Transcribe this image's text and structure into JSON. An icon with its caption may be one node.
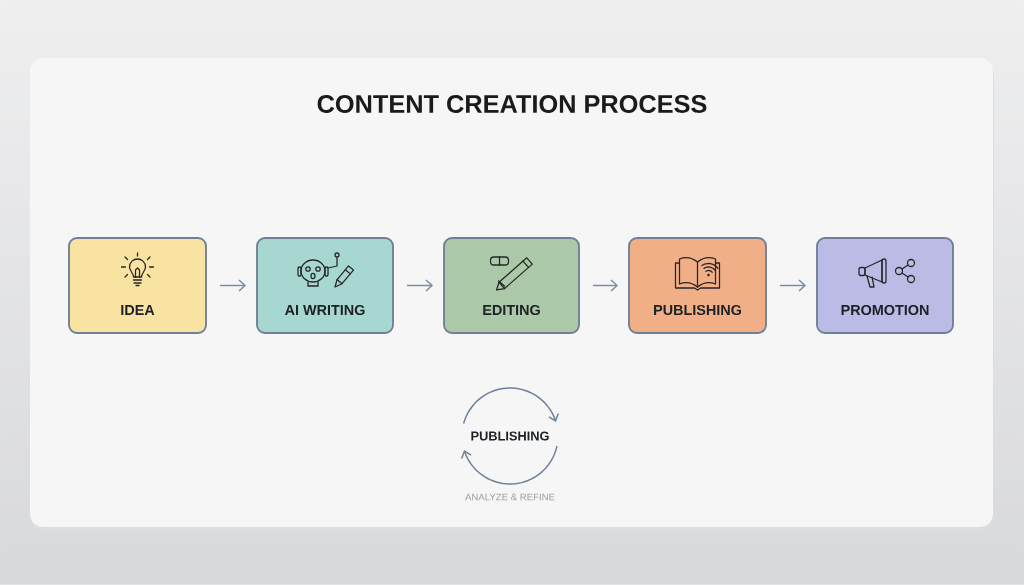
{
  "diagram": {
    "title": "CONTENT CREATION PROCESS",
    "nodes": [
      {
        "text": [
          "IDEA"
        ]
      },
      {
        "text": [
          "AI WRITING"
        ]
      },
      {
        "text": [
          "EDITING"
        ]
      },
      {
        "text": [
          "PUBLISHING"
        ]
      },
      {
        "text": [
          "PROMOTION"
        ]
      },
      {
        "text": [
          "PUBLISHING"
        ],
        "beside": [
          "ANALYZE & REFINE"
        ]
      }
    ],
    "edges": [
      {
        "from": 0,
        "to": 1,
        "arrow": "to"
      },
      {
        "from": 1,
        "to": 2,
        "arrow": "to"
      },
      {
        "from": 2,
        "to": 3,
        "arrow": "to"
      },
      {
        "from": 3,
        "to": 4,
        "arrow": "to"
      }
    ]
  }
}
